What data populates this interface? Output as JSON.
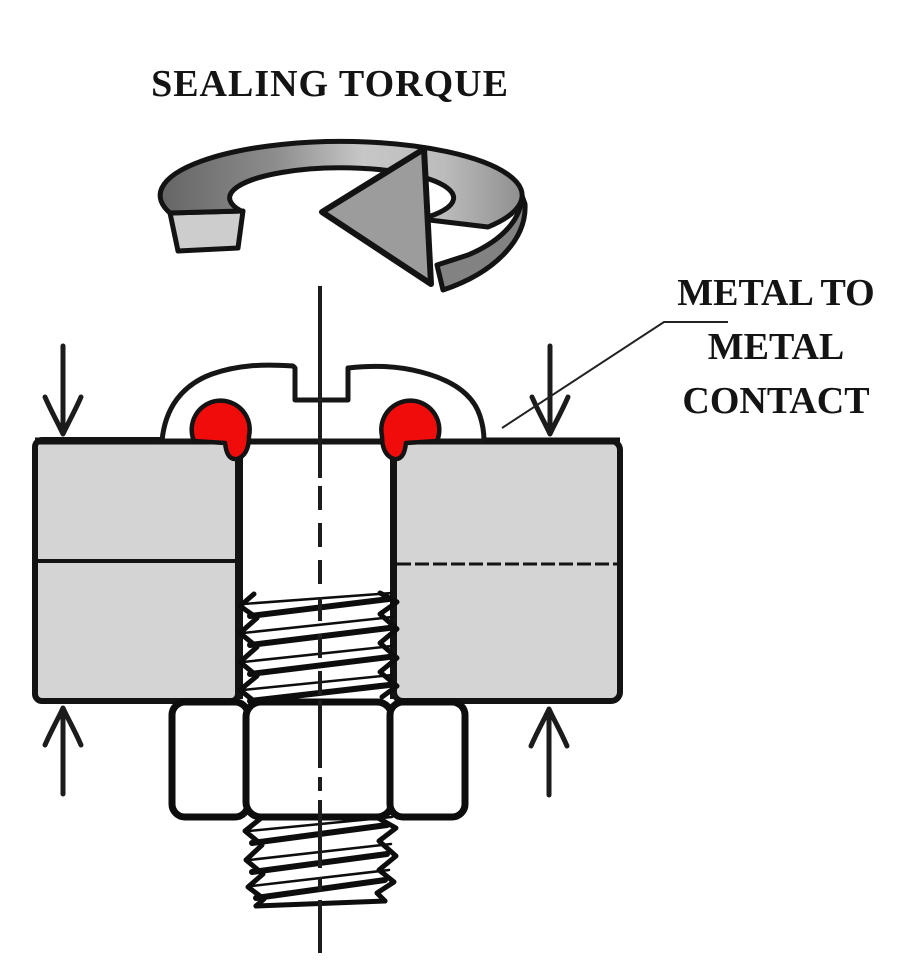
{
  "title": "SEALING TORQUE",
  "annotation": {
    "line1": "METAL TO",
    "line2": "METAL",
    "line3": "CONTACT"
  },
  "colors": {
    "seal_red": "#f10c0c",
    "plate_gray": "#d4d4d4",
    "nut_white": "#ffffff",
    "head_white": "#ffffff",
    "arrow_gray": "#9c9c9c",
    "arrow_gray_light": "#cdcdcd",
    "arrow_gray_dark": "#828282",
    "outline_black": "#131313"
  },
  "parts": {
    "rotation_arrow": "sealing-torque-rotation-arrow",
    "screw_head": "slotted-pan-screw-head",
    "seal_left": "red-seal-bead-left",
    "seal_right": "red-seal-bead-right",
    "plate_left": "clamped-plate-left",
    "plate_right": "clamped-plate-right",
    "nut": "hex-nut",
    "threads_mid": "bolt-threads-between-plates",
    "threads_end": "bolt-thread-end",
    "centerline": "bolt-centerline",
    "clamp_arrows": "clamp-force-arrows",
    "leader_line": "metal-to-metal-contact-leader"
  }
}
